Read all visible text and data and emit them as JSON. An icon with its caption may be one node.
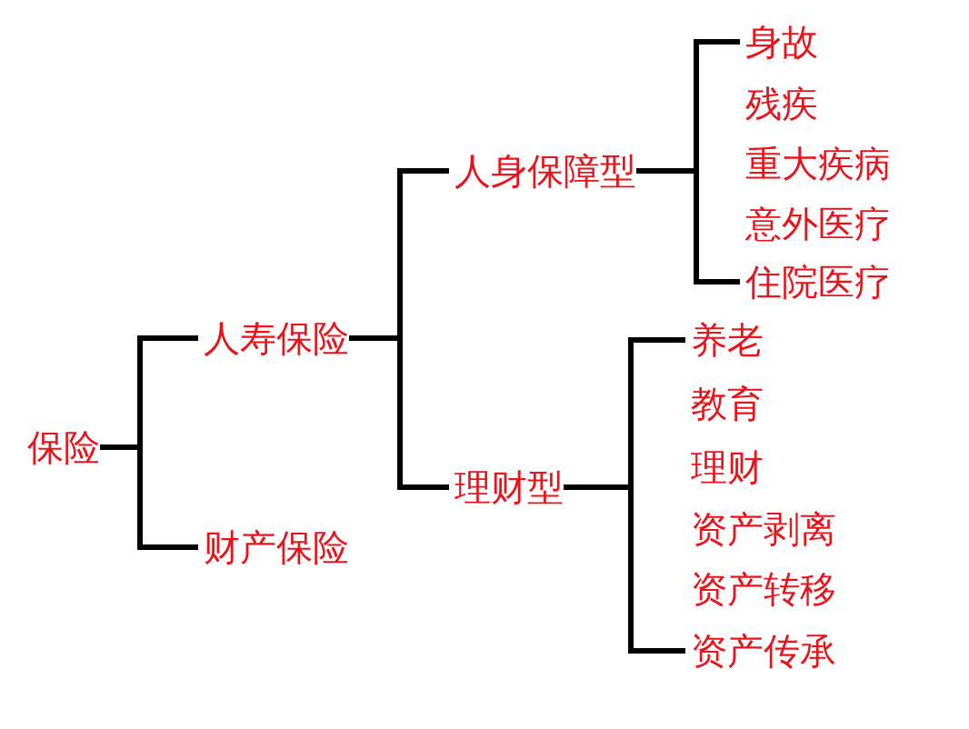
{
  "diagram": {
    "nodes": [
      {
        "text": [
          "保险"
        ]
      },
      {
        "text": [
          "人寿保险"
        ]
      },
      {
        "text": [
          "财产保险"
        ]
      },
      {
        "text": [
          "人身保障型"
        ]
      },
      {
        "text": [
          "理财型"
        ]
      },
      {
        "text": [
          "身故"
        ]
      },
      {
        "text": [
          "残疾"
        ]
      },
      {
        "text": [
          "重大疾病"
        ]
      },
      {
        "text": [
          "意外医疗"
        ]
      },
      {
        "text": [
          "住院医疗"
        ]
      },
      {
        "text": [
          "养老"
        ]
      },
      {
        "text": [
          "教育"
        ]
      },
      {
        "text": [
          "理财"
        ]
      },
      {
        "text": [
          "资产剥离"
        ]
      },
      {
        "text": [
          "资产转移"
        ]
      },
      {
        "text": [
          "资产传承"
        ]
      }
    ],
    "edges": [
      {
        "from": 0,
        "to": 1,
        "arrow": "none"
      },
      {
        "from": 0,
        "to": 2,
        "arrow": "none"
      },
      {
        "from": 1,
        "to": 3,
        "arrow": "none"
      },
      {
        "from": 1,
        "to": 4,
        "arrow": "none"
      },
      {
        "from": 3,
        "to": 5,
        "arrow": "none"
      },
      {
        "from": 3,
        "to": 9,
        "arrow": "none"
      },
      {
        "from": 4,
        "to": 10,
        "arrow": "none"
      },
      {
        "from": 4,
        "to": 15,
        "arrow": "none"
      }
    ]
  }
}
